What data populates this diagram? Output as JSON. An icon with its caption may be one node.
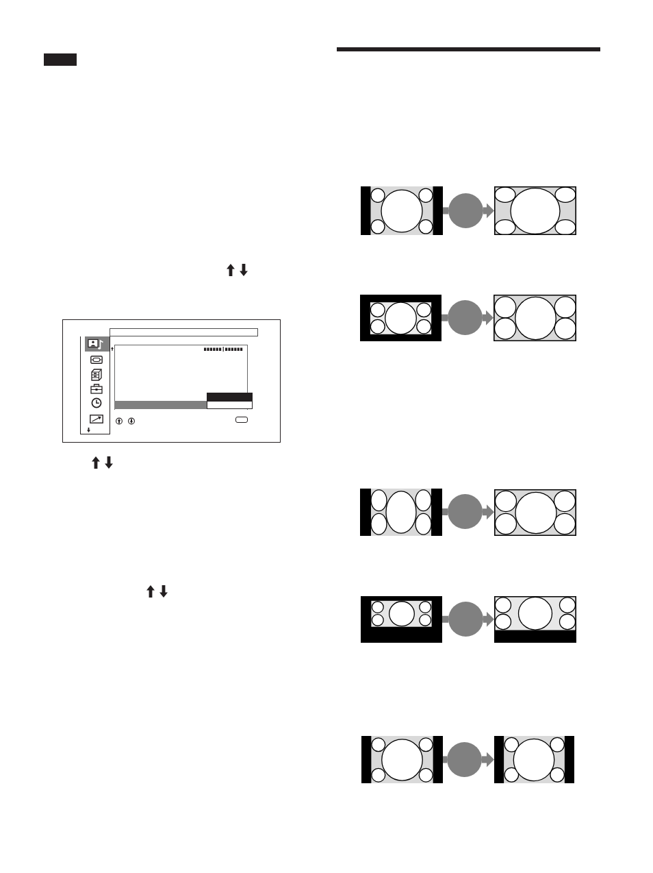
{
  "diagram": {
    "nodes": [
      {
        "text": [],
        "shape": "picture"
      },
      {
        "text": [],
        "shape": "circle"
      },
      {
        "text": [],
        "shape": "picture"
      },
      {
        "text": [],
        "shape": "picture"
      },
      {
        "text": [],
        "shape": "circle"
      },
      {
        "text": [],
        "shape": "picture"
      },
      {
        "text": [],
        "shape": "picture"
      },
      {
        "text": [],
        "shape": "circle"
      },
      {
        "text": [],
        "shape": "picture"
      },
      {
        "text": [],
        "shape": "picture"
      },
      {
        "text": [],
        "shape": "circle"
      },
      {
        "text": [],
        "shape": "picture"
      },
      {
        "text": [],
        "shape": "picture"
      },
      {
        "text": [],
        "shape": "circle"
      },
      {
        "text": [],
        "shape": "picture"
      }
    ],
    "edges": [
      {
        "from": 0,
        "to": 1,
        "arrow": "none"
      },
      {
        "from": 1,
        "to": 2,
        "arrow": "to"
      },
      {
        "from": 3,
        "to": 4,
        "arrow": "none"
      },
      {
        "from": 4,
        "to": 5,
        "arrow": "to"
      },
      {
        "from": 6,
        "to": 7,
        "arrow": "none"
      },
      {
        "from": 7,
        "to": 8,
        "arrow": "to"
      },
      {
        "from": 9,
        "to": 10,
        "arrow": "none"
      },
      {
        "from": 10,
        "to": 11,
        "arrow": "to"
      },
      {
        "from": 12,
        "to": 13,
        "arrow": "none"
      },
      {
        "from": 13,
        "to": 14,
        "arrow": "to"
      }
    ]
  }
}
